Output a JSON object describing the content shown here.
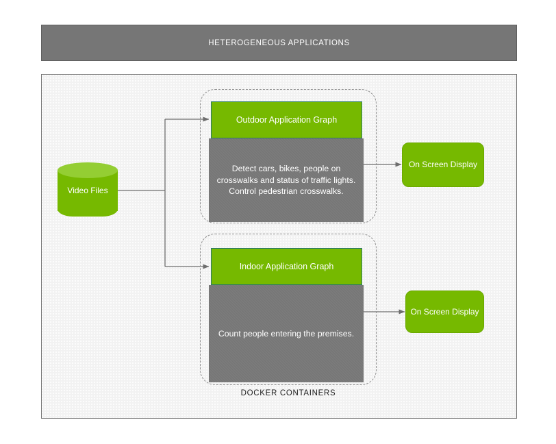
{
  "header": {
    "title": "HETEROGENEOUS APPLICATIONS"
  },
  "diagram": {
    "docker_label": "DOCKER CONTAINERS",
    "source": {
      "name": "Video Files",
      "shape": "cylinder",
      "color": "#76b900",
      "top_color": "#94ce33"
    },
    "pipelines": [
      {
        "id": "outdoor",
        "header_label": "Outdoor Application Graph",
        "body_text": "Detect cars, bikes, people on crosswalks and status of traffic lights. Control pedestrian crosswalks.",
        "output_label": "On Screen Display"
      },
      {
        "id": "indoor",
        "header_label": "Indoor Application Graph",
        "body_text": "Count people entering the premises.",
        "output_label": "On Screen Display"
      }
    ],
    "colors": {
      "accent_green": "#76b900",
      "block_gray": "#767676",
      "header_gray": "#767676",
      "panel_bg": "#f2f2f2",
      "connector": "#6e6e6e",
      "dashed_border": "#8d8d8d"
    }
  }
}
